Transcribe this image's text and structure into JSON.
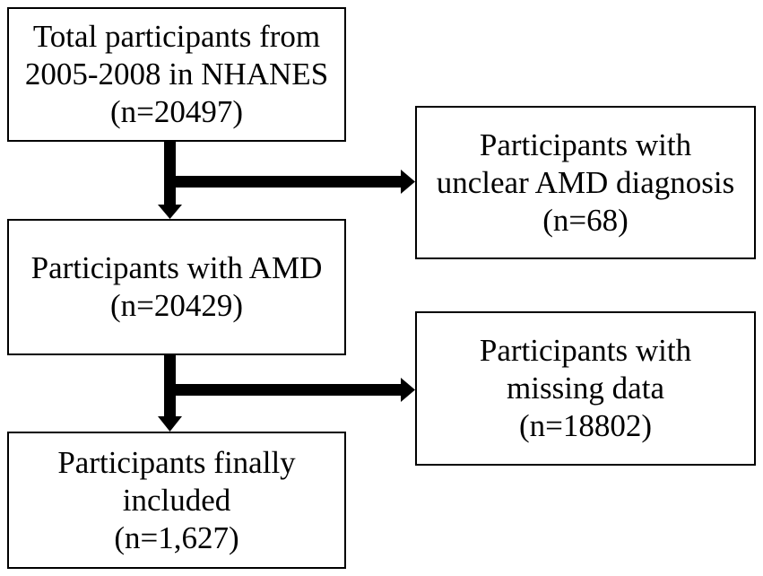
{
  "flowchart": {
    "total": {
      "lines": [
        "Total participants from",
        "2005-2008 in NHANES",
        "(n=20497)"
      ]
    },
    "unclear": {
      "lines": [
        "Participants with",
        "unclear AMD diagnosis",
        "(n=68)"
      ]
    },
    "amd": {
      "lines": [
        "Participants with AMD",
        "(n=20429)"
      ]
    },
    "missing": {
      "lines": [
        "Participants with",
        "missing data",
        "(n=18802)"
      ]
    },
    "final": {
      "lines": [
        "Participants finally",
        "included",
        "(n=1,627)"
      ]
    }
  },
  "colors": {
    "stroke": "#000000",
    "background": "#ffffff"
  }
}
